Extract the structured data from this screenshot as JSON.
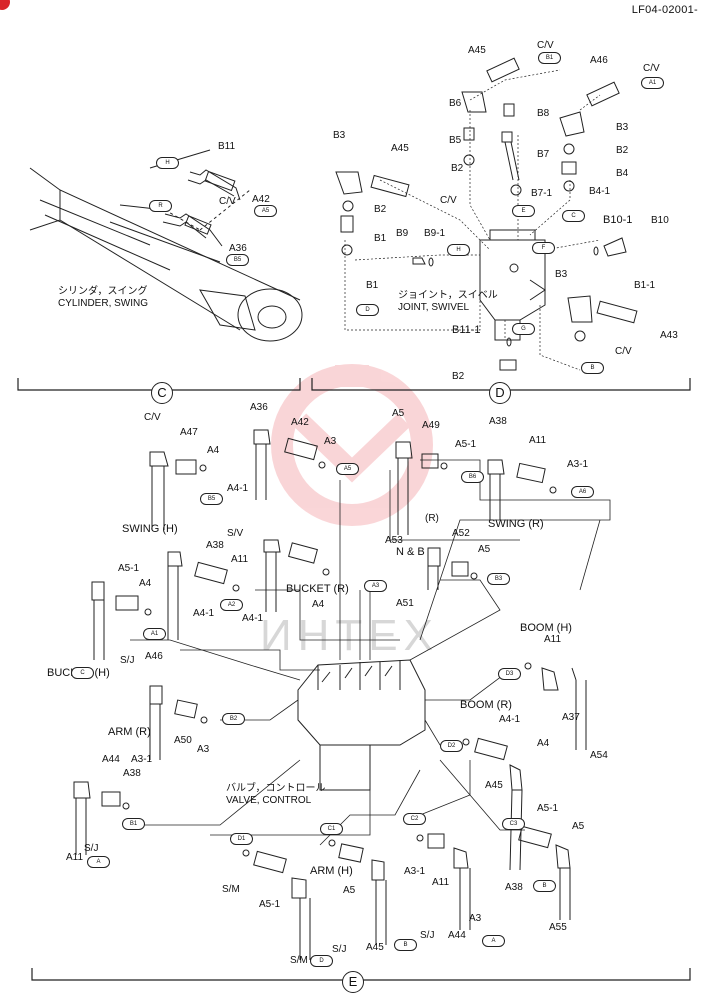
{
  "header": {
    "doc_id": "LF04-02001-"
  },
  "section_letters": {
    "c": "C",
    "d": "D",
    "e": "E"
  },
  "captions": {
    "cyl_jp": "シリンダ，スイング",
    "cyl_en": "CYLINDER, SWING",
    "joint_jp": "ジョイント，スイベル",
    "joint_en": "JOINT, SWIVEL",
    "valve_jp": "バルブ，コントロール",
    "valve_en": "VALVE, CONTROL"
  },
  "watermark": "ИНТЕХ",
  "labels": [
    "A45",
    "C/V",
    "A46",
    "C/V",
    "B6",
    "B8",
    "B3",
    "B5",
    "B2",
    "A45",
    "B3",
    "B7",
    "B2",
    "C/V",
    "B4",
    "B2",
    "B7-1",
    "B4-1",
    "B1",
    "B9",
    "B9-1",
    "B10-1",
    "B10",
    "B1",
    "B1-1",
    "B3",
    "A43",
    "B11-1",
    "C/V",
    "B2",
    "B11",
    "A42",
    "C/V",
    "A36",
    "C/V",
    "A36",
    "A42",
    "A5",
    "A49",
    "A38",
    "A47",
    "A3",
    "A5-1",
    "A11",
    "A4",
    "A3-1",
    "A4-1",
    "SWING (H)",
    "SWING (R)",
    "S/V",
    "A53",
    "N & B",
    "(R)",
    "A52",
    "A38",
    "A5",
    "A11",
    "A5-1",
    "A4",
    "A4-1",
    "A51",
    "BUCKET (R)",
    "A4",
    "A4-1",
    "BUCKET (H)",
    "S/J",
    "A46",
    "BOOM (H)",
    "A11",
    "A37",
    "A54",
    "ARM (R)",
    "A50",
    "A3",
    "A3-1",
    "BOOM (R)",
    "A4-1",
    "A4",
    "A44",
    "A38",
    "A11",
    "S/J",
    "A45",
    "A5-1",
    "A5",
    "A55",
    "ARM (H)",
    "A3-1",
    "A11",
    "A38",
    "S/M",
    "A5-1",
    "A5",
    "A3",
    "A44",
    "S/M",
    "S/J",
    "A45",
    "S/J",
    "A43"
  ],
  "tags": [
    "B1",
    "A1",
    "D",
    "E",
    "C",
    "H",
    "F",
    "G",
    "B",
    "H",
    "R",
    "A5",
    "B5",
    "B5",
    "A5",
    "B6",
    "A6",
    "A2",
    "A3",
    "B3",
    "A1",
    "C",
    "B2",
    "B1",
    "A",
    "D3",
    "D2",
    "C3",
    "C2",
    "C1",
    "D1",
    "B",
    "A",
    "D",
    "B"
  ],
  "colors": {
    "line": "#222222",
    "watermark": "#e8464d",
    "corner": "#d9262b"
  }
}
